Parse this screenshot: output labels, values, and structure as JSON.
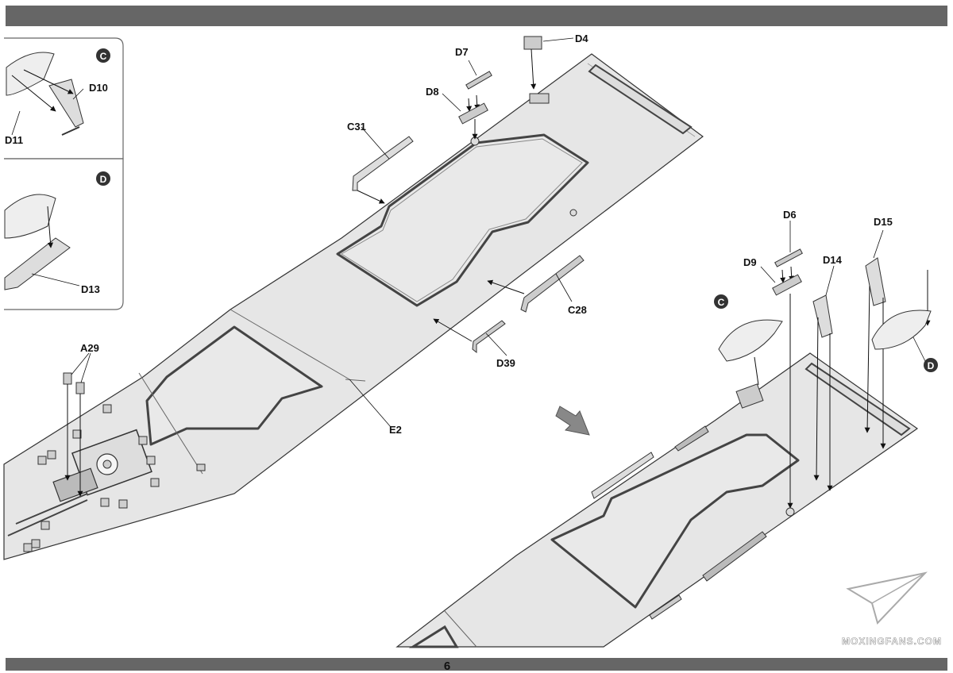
{
  "page": {
    "number": "6"
  },
  "inset_c": {
    "badge": "C",
    "labels": {
      "d10": "D10",
      "d11": "D11"
    }
  },
  "inset_d": {
    "badge": "D",
    "labels": {
      "d13": "D13"
    }
  },
  "main_labels": {
    "d4": "D4",
    "d7": "D7",
    "d8": "D8",
    "c31": "C31",
    "c28": "C28",
    "d39": "D39",
    "e2": "E2",
    "a29": "A29"
  },
  "result_labels": {
    "d6": "D6",
    "d9": "D9",
    "d14": "D14",
    "d15": "D15",
    "c": "C",
    "d": "D"
  },
  "watermark": "MOXINGFANS.COM",
  "colors": {
    "deck": "#e6e6e6",
    "bar": "#666666",
    "ink": "#111111",
    "badge": "#333333"
  }
}
